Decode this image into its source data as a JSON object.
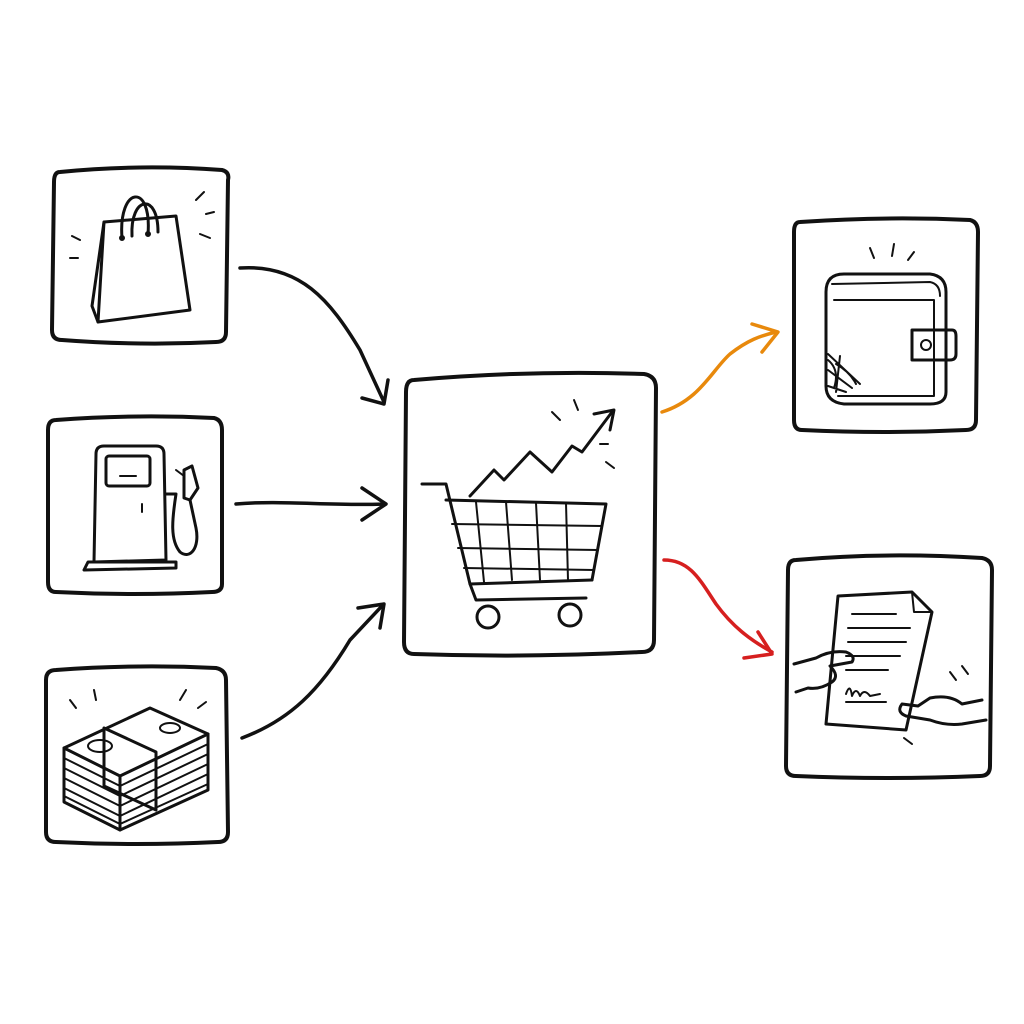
{
  "colors": {
    "ink": "#111111",
    "background": "#ffffff",
    "arrow_default": "#111111",
    "arrow_warning": "#e8890c",
    "arrow_danger": "#d61f1f"
  },
  "nodes": [
    {
      "id": "shopping",
      "icon": "shopping-bag-icon"
    },
    {
      "id": "fuel",
      "icon": "gas-pump-icon"
    },
    {
      "id": "cash",
      "icon": "cash-stack-icon"
    },
    {
      "id": "inflation",
      "icon": "shopping-cart-rising-icon"
    },
    {
      "id": "empty-wallet",
      "icon": "wallet-cobweb-icon"
    },
    {
      "id": "agreement",
      "icon": "contract-handover-icon"
    }
  ],
  "edges": [
    {
      "from": "shopping",
      "to": "inflation",
      "color": "#111111"
    },
    {
      "from": "fuel",
      "to": "inflation",
      "color": "#111111"
    },
    {
      "from": "cash",
      "to": "inflation",
      "color": "#111111"
    },
    {
      "from": "inflation",
      "to": "empty-wallet",
      "color": "#e8890c"
    },
    {
      "from": "inflation",
      "to": "agreement",
      "color": "#d61f1f"
    }
  ]
}
